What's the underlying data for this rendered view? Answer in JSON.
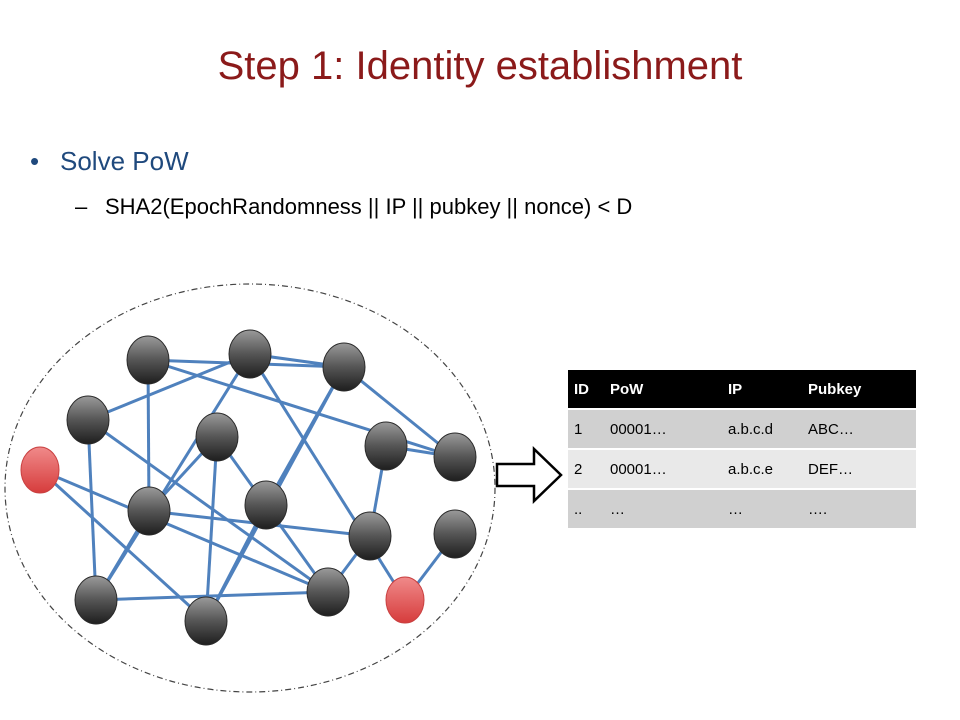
{
  "title": "Step 1: Identity establishment",
  "bullet": "Solve PoW",
  "bullet_marker": "•",
  "sub_marker": "–",
  "sub_bullet": "SHA2(EpochRandomness || IP || pubkey || nonce) < D",
  "table": {
    "headers": [
      "ID",
      "PoW",
      "IP",
      "Pubkey"
    ],
    "rows": [
      [
        "1",
        "00001…",
        "a.b.c.d",
        "ABC…"
      ],
      [
        "2",
        "00001…",
        "a.b.c.e",
        "DEF…"
      ],
      [
        "..",
        "…",
        "…",
        "…."
      ]
    ]
  },
  "colors": {
    "title": "#8b1a1a",
    "bullet": "#1f497d",
    "node_gray": "#555555",
    "node_red": "#e05050",
    "edge": "#4f81bd"
  }
}
